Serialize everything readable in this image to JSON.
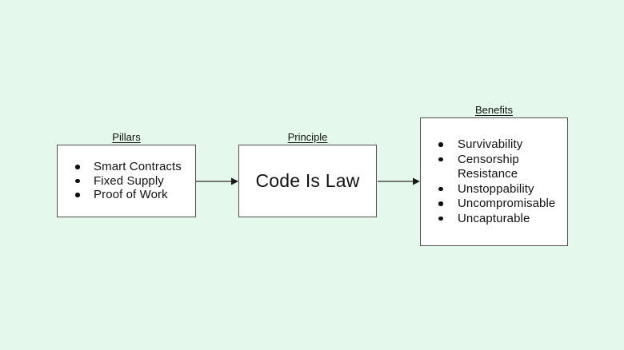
{
  "canvas": {
    "background_color": "#e4f8ec",
    "box_fill": "#ffffff",
    "border_color": "#4f4f4f",
    "text_color": "#111111",
    "arrow_color": "#4f4f4f"
  },
  "diagram": {
    "pillars": {
      "title": "Pillars",
      "items": [
        "Smart Contracts",
        "Fixed Supply",
        "Proof of Work"
      ]
    },
    "principle": {
      "title": "Principle",
      "label": "Code Is Law"
    },
    "benefits": {
      "title": "Benefits",
      "items": [
        "Survivability",
        "Censorship Resistance",
        "Unstoppability",
        "Uncompromisable",
        "Uncapturable"
      ]
    }
  }
}
